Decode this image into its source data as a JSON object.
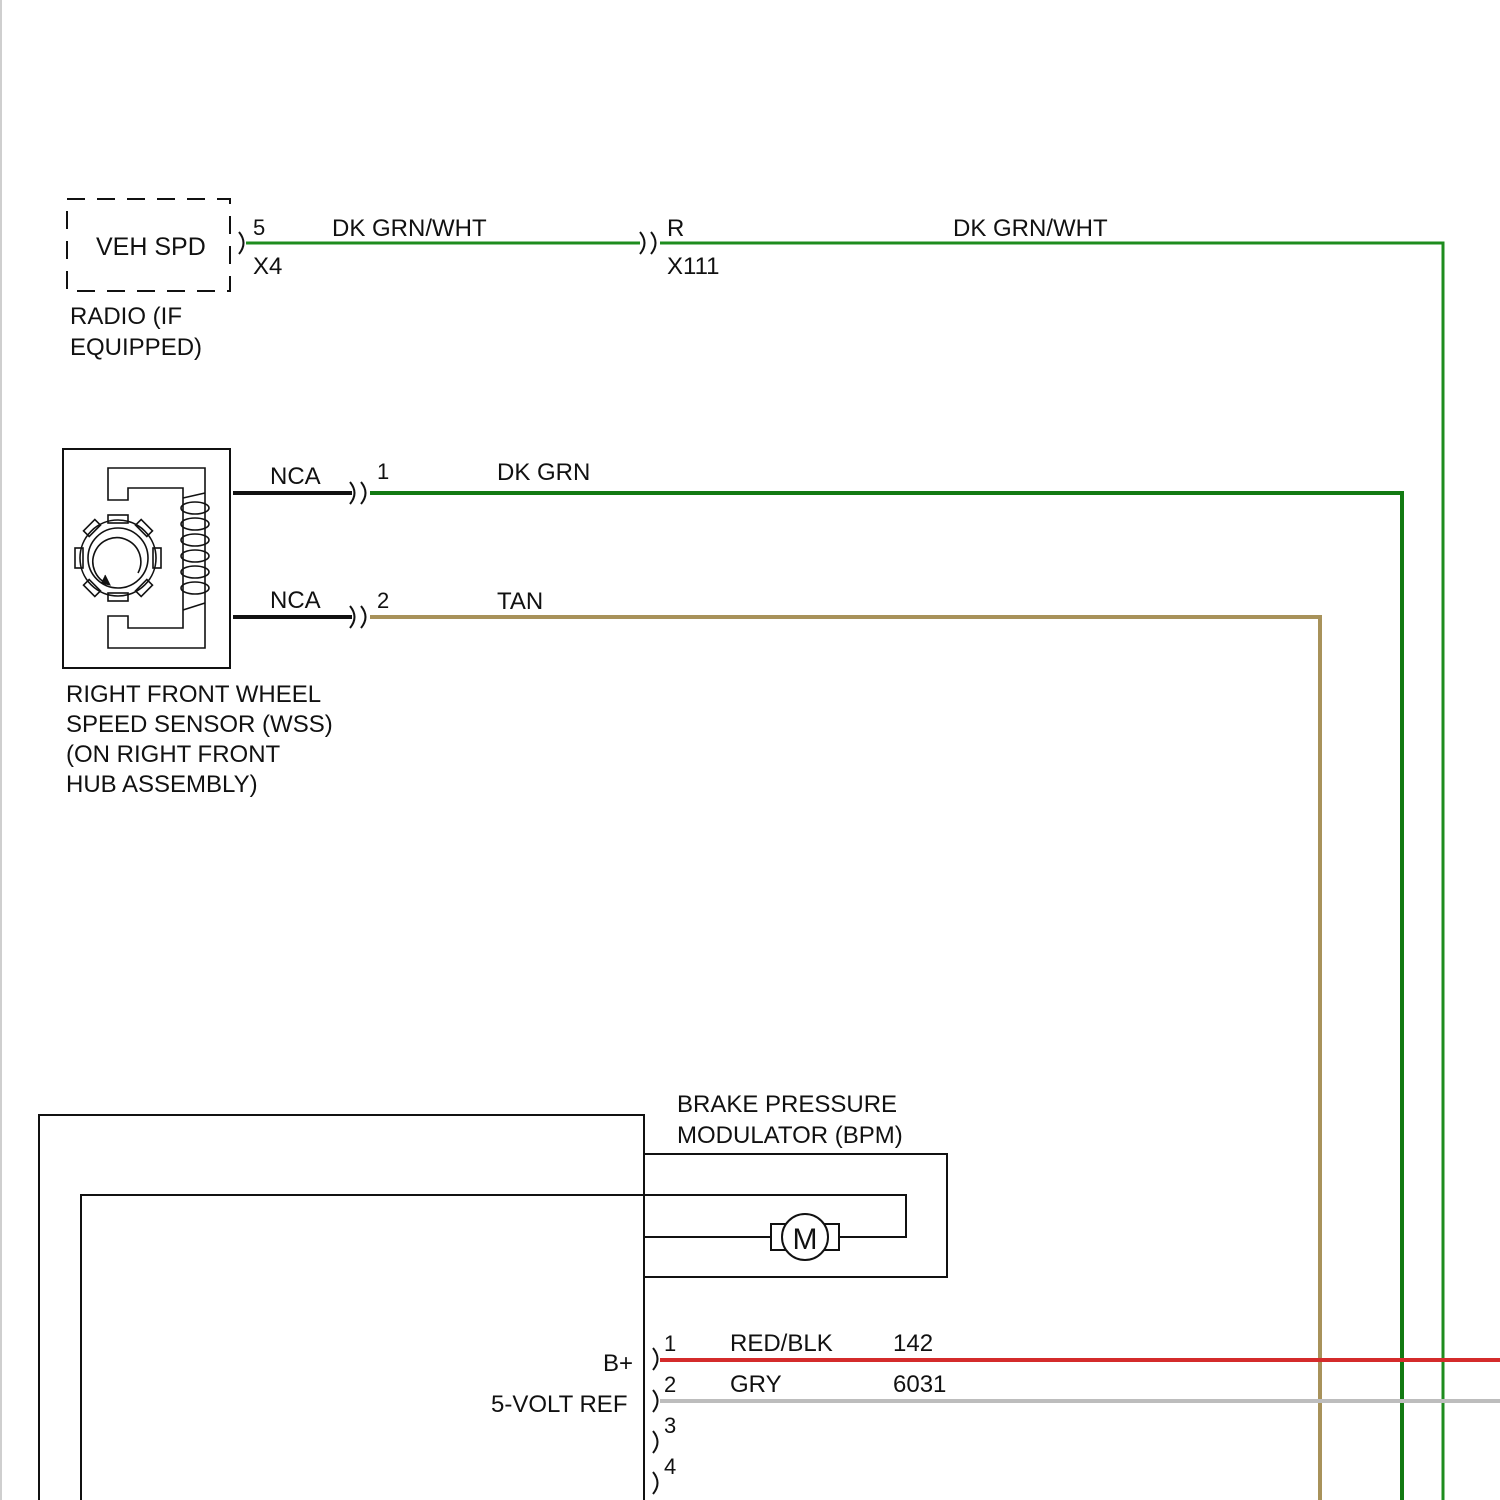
{
  "colors": {
    "dk_grn_wht": "#1e8c1e",
    "dk_grn": "#127a12",
    "tan": "#a8925a",
    "red_blk": "#d42b2b",
    "gry": "#bdbdbd",
    "black": "#111111"
  },
  "radio": {
    "inner_label": "VEH SPD",
    "name_line1": "RADIO (IF",
    "name_line2": "EQUIPPED)",
    "pin": "5",
    "connector": "X4"
  },
  "wire_radio_a": {
    "color_label": "DK GRN/WHT"
  },
  "inline_connector": {
    "pin": "R",
    "name": "X111"
  },
  "wire_radio_b": {
    "color_label": "DK GRN/WHT"
  },
  "wss": {
    "name_line1": "RIGHT FRONT WHEEL",
    "name_line2": "SPEED SENSOR (WSS)",
    "name_line3": "(ON RIGHT FRONT",
    "name_line4": "HUB ASSEMBLY)",
    "lead1_label": "NCA",
    "lead2_label": "NCA",
    "pin1": "1",
    "pin2": "2",
    "wire1_color_label": "DK GRN",
    "wire2_color_label": "TAN"
  },
  "bpm": {
    "name_line1": "BRAKE PRESSURE",
    "name_line2": "MODULATOR (BPM)",
    "motor_symbol": "M"
  },
  "ebcm_pins": [
    {
      "pin": "1",
      "function": "",
      "wire_color": "RED/BLK",
      "circuit": "142"
    },
    {
      "pin": "2",
      "function": "5-VOLT REF",
      "wire_color": "GRY",
      "circuit": "6031"
    },
    {
      "pin": "3",
      "function": "",
      "wire_color": "",
      "circuit": ""
    },
    {
      "pin": "4",
      "function": "",
      "wire_color": "",
      "circuit": ""
    }
  ],
  "ebcm_labels": {
    "b_plus": "B+",
    "five_volt_ref": "5-VOLT REF"
  }
}
